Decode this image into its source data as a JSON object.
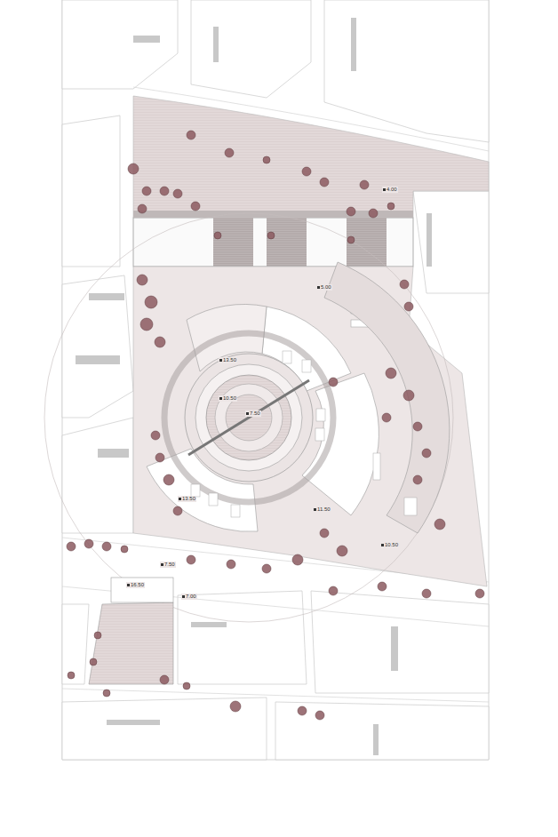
{
  "diagram": {
    "labels": [
      "4.00",
      "5.00",
      "13.50",
      "10.50",
      "7.50",
      "13.50",
      "11.50",
      "10.50",
      "7.50",
      "16.50",
      "7.00"
    ]
  }
}
